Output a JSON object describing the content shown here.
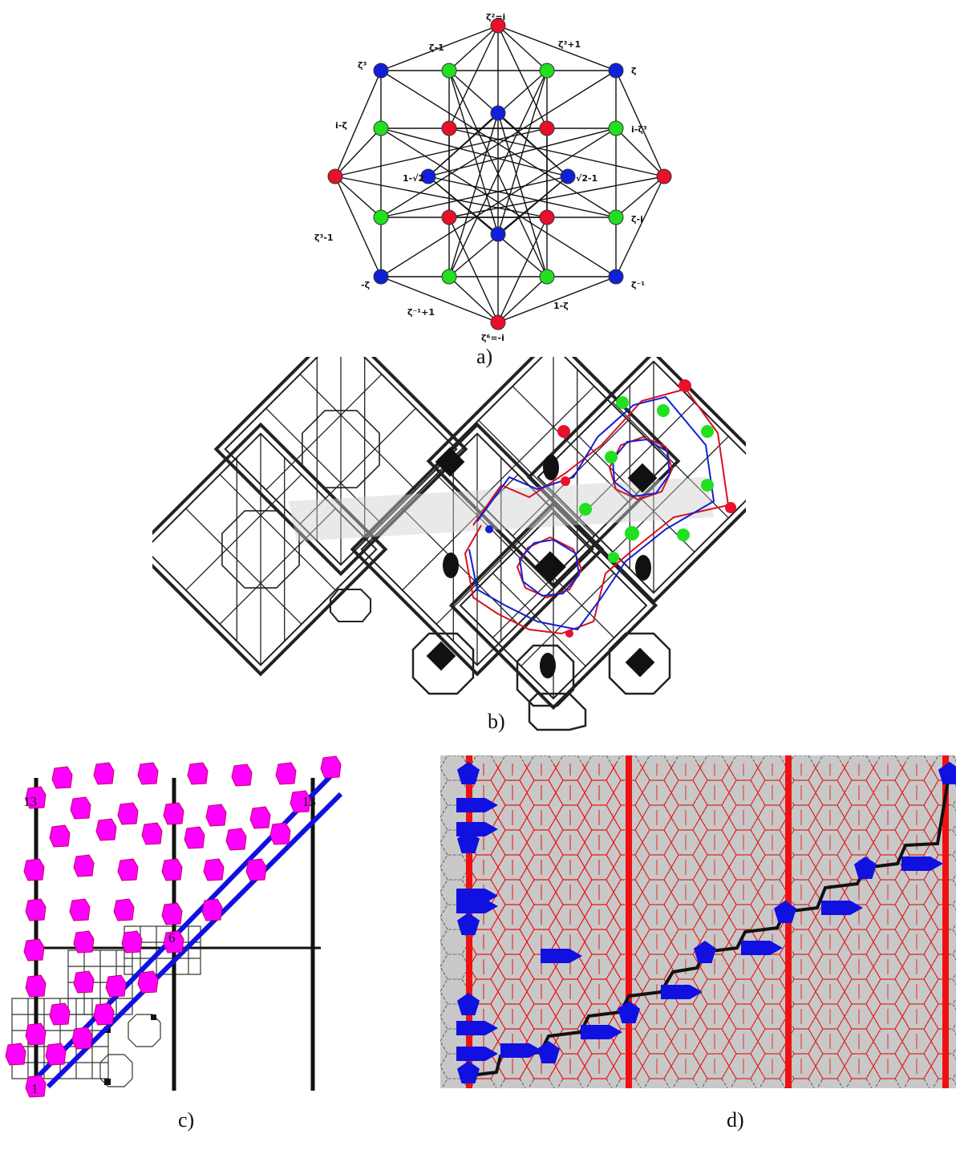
{
  "captions": {
    "a": "a)",
    "b": "b)",
    "c": "c)",
    "d": "d)"
  },
  "panel_a": {
    "vertex_labels": {
      "top": "ζ²=i",
      "zeta_m1": "ζ-1",
      "zeta3p1": "ζ³+1",
      "zeta3": "ζ³",
      "zeta": "ζ",
      "i_minus_zeta": "i-ζ",
      "i_minus_zeta3": "i-ζ³",
      "one_minus_sqrt2": "1-√2",
      "sqrt2_minus_1": "√2-1",
      "zeta3_minus_1": "ζ³-1",
      "zeta_minus_i": "ζ-i",
      "minus_zeta": "-ζ",
      "zeta_inv": "ζ⁻¹",
      "zeta_inv_p1": "ζ⁻¹+1",
      "one_minus_zeta": "1-ζ",
      "bottom": "ζ⁶=-i"
    },
    "colors": {
      "red": "#e8102a",
      "blue": "#1020d8",
      "green": "#20e020"
    }
  },
  "panel_c": {
    "labels": {
      "top_left": "13",
      "top_right": "13",
      "middle": "6",
      "bottom": "1"
    }
  },
  "colors": {
    "magenta": "#ff00ff",
    "blue": "#1010e0",
    "red": "#ee1111",
    "grey": "#c8c8c8"
  }
}
